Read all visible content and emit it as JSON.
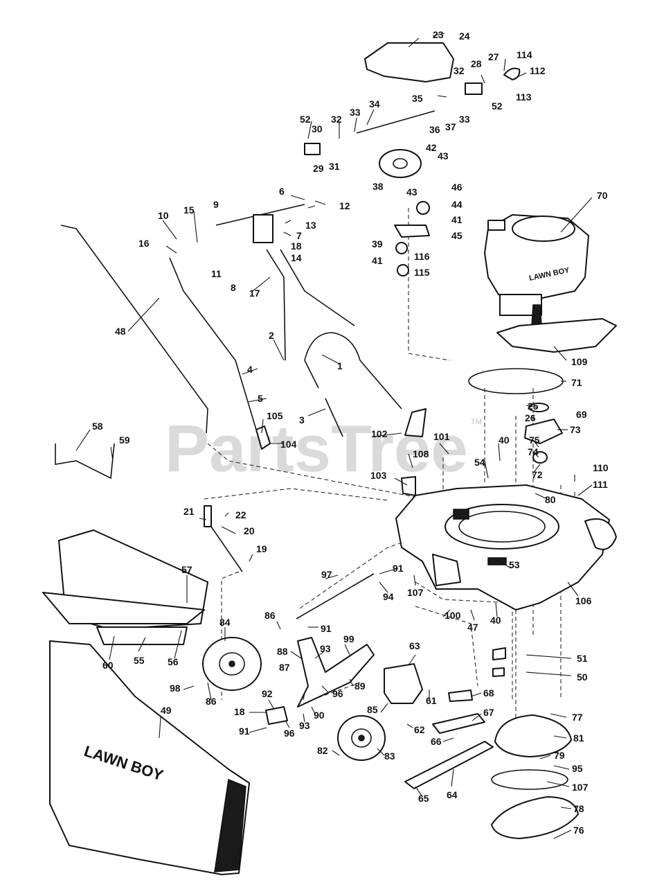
{
  "watermark": {
    "text": "PartsTree",
    "trademark": "TM"
  },
  "brand_marks": {
    "engine_label": "LAWN BOY",
    "bag_label": "LAWN BOY"
  },
  "callouts": [
    "1",
    "2",
    "3",
    "4",
    "5",
    "6",
    "7",
    "8",
    "9",
    "10",
    "11",
    "12",
    "13",
    "14",
    "15",
    "16",
    "17",
    "18",
    "19",
    "20",
    "21",
    "22",
    "23",
    "24",
    "25",
    "26",
    "27",
    "28",
    "29",
    "30",
    "31",
    "32",
    "33",
    "34",
    "35",
    "36",
    "37",
    "38",
    "39",
    "40",
    "41",
    "42",
    "43",
    "44",
    "45",
    "46",
    "47",
    "48",
    "49",
    "50",
    "51",
    "52",
    "53",
    "54",
    "55",
    "56",
    "57",
    "58",
    "59",
    "60",
    "61",
    "62",
    "63",
    "64",
    "65",
    "66",
    "67",
    "68",
    "69",
    "70",
    "71",
    "72",
    "73",
    "74",
    "75",
    "76",
    "77",
    "78",
    "79",
    "80",
    "81",
    "82",
    "83",
    "84",
    "85",
    "86",
    "87",
    "88",
    "89",
    "90",
    "91",
    "92",
    "93",
    "94",
    "95",
    "96",
    "97",
    "98",
    "99",
    "100",
    "101",
    "102",
    "103",
    "104",
    "105",
    "106",
    "107",
    "108",
    "109",
    "110",
    "111",
    "112",
    "113",
    "114",
    "115",
    "116"
  ]
}
